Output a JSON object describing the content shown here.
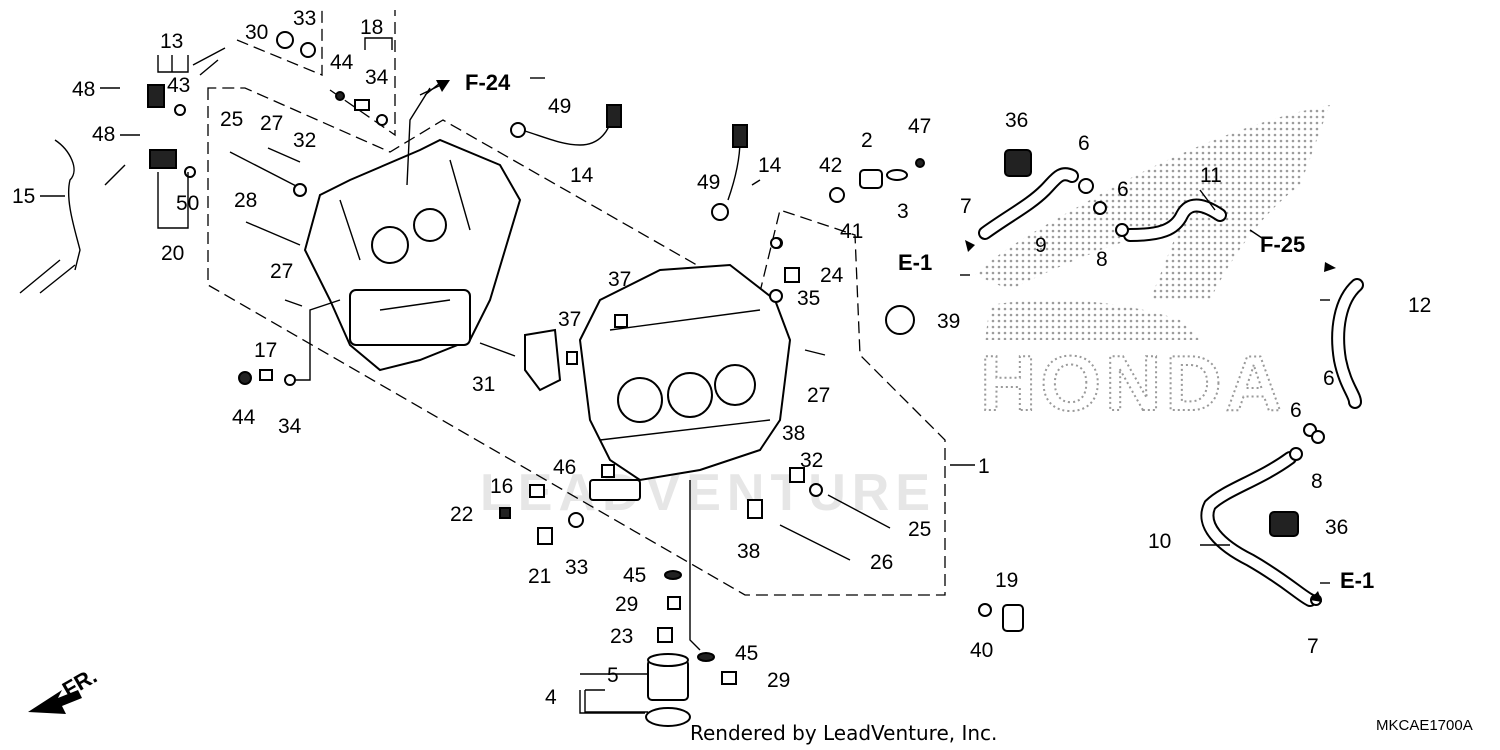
{
  "logo": {
    "text": "HONDA"
  },
  "watermark": {
    "text": "LEADVENTURE"
  },
  "footer": {
    "rendered_by": "Rendered by LeadVenture, Inc.",
    "diagram_code": "MKCAE1700A"
  },
  "direction": {
    "label": "FR."
  },
  "refs": {
    "f24": "F-24",
    "f25": "F-25",
    "e1_left": "E-1",
    "e1_right": "E-1"
  },
  "callouts": [
    {
      "id": "c1",
      "text": "1"
    },
    {
      "id": "c2",
      "text": "2"
    },
    {
      "id": "c3",
      "text": "3"
    },
    {
      "id": "c4",
      "text": "4"
    },
    {
      "id": "c5",
      "text": "5"
    },
    {
      "id": "c6a",
      "text": "6"
    },
    {
      "id": "c6b",
      "text": "6"
    },
    {
      "id": "c6c",
      "text": "6"
    },
    {
      "id": "c6d",
      "text": "6"
    },
    {
      "id": "c7a",
      "text": "7"
    },
    {
      "id": "c7b",
      "text": "7"
    },
    {
      "id": "c8a",
      "text": "8"
    },
    {
      "id": "c8b",
      "text": "8"
    },
    {
      "id": "c9",
      "text": "9"
    },
    {
      "id": "c10",
      "text": "10"
    },
    {
      "id": "c11",
      "text": "11"
    },
    {
      "id": "c12",
      "text": "12"
    },
    {
      "id": "c13",
      "text": "13"
    },
    {
      "id": "c14a",
      "text": "14"
    },
    {
      "id": "c14b",
      "text": "14"
    },
    {
      "id": "c15",
      "text": "15"
    },
    {
      "id": "c16",
      "text": "16"
    },
    {
      "id": "c17",
      "text": "17"
    },
    {
      "id": "c18",
      "text": "18"
    },
    {
      "id": "c19",
      "text": "19"
    },
    {
      "id": "c20",
      "text": "20"
    },
    {
      "id": "c21",
      "text": "21"
    },
    {
      "id": "c22",
      "text": "22"
    },
    {
      "id": "c23",
      "text": "23"
    },
    {
      "id": "c24",
      "text": "24"
    },
    {
      "id": "c25a",
      "text": "25"
    },
    {
      "id": "c25b",
      "text": "25"
    },
    {
      "id": "c26",
      "text": "26"
    },
    {
      "id": "c27a",
      "text": "27"
    },
    {
      "id": "c27b",
      "text": "27"
    },
    {
      "id": "c27c",
      "text": "27"
    },
    {
      "id": "c28",
      "text": "28"
    },
    {
      "id": "c29a",
      "text": "29"
    },
    {
      "id": "c29b",
      "text": "29"
    },
    {
      "id": "c30",
      "text": "30"
    },
    {
      "id": "c31",
      "text": "31"
    },
    {
      "id": "c32a",
      "text": "32"
    },
    {
      "id": "c32b",
      "text": "32"
    },
    {
      "id": "c33a",
      "text": "33"
    },
    {
      "id": "c33b",
      "text": "33"
    },
    {
      "id": "c34a",
      "text": "34"
    },
    {
      "id": "c34b",
      "text": "34"
    },
    {
      "id": "c35",
      "text": "35"
    },
    {
      "id": "c36a",
      "text": "36"
    },
    {
      "id": "c36b",
      "text": "36"
    },
    {
      "id": "c37a",
      "text": "37"
    },
    {
      "id": "c37b",
      "text": "37"
    },
    {
      "id": "c38a",
      "text": "38"
    },
    {
      "id": "c38b",
      "text": "38"
    },
    {
      "id": "c39",
      "text": "39"
    },
    {
      "id": "c40",
      "text": "40"
    },
    {
      "id": "c41",
      "text": "41"
    },
    {
      "id": "c42",
      "text": "42"
    },
    {
      "id": "c43",
      "text": "43"
    },
    {
      "id": "c44a",
      "text": "44"
    },
    {
      "id": "c44b",
      "text": "44"
    },
    {
      "id": "c45a",
      "text": "45"
    },
    {
      "id": "c45b",
      "text": "45"
    },
    {
      "id": "c46",
      "text": "46"
    },
    {
      "id": "c47",
      "text": "47"
    },
    {
      "id": "c48a",
      "text": "48"
    },
    {
      "id": "c48b",
      "text": "48"
    },
    {
      "id": "c49a",
      "text": "49"
    },
    {
      "id": "c49b",
      "text": "49"
    },
    {
      "id": "c50",
      "text": "50"
    }
  ]
}
